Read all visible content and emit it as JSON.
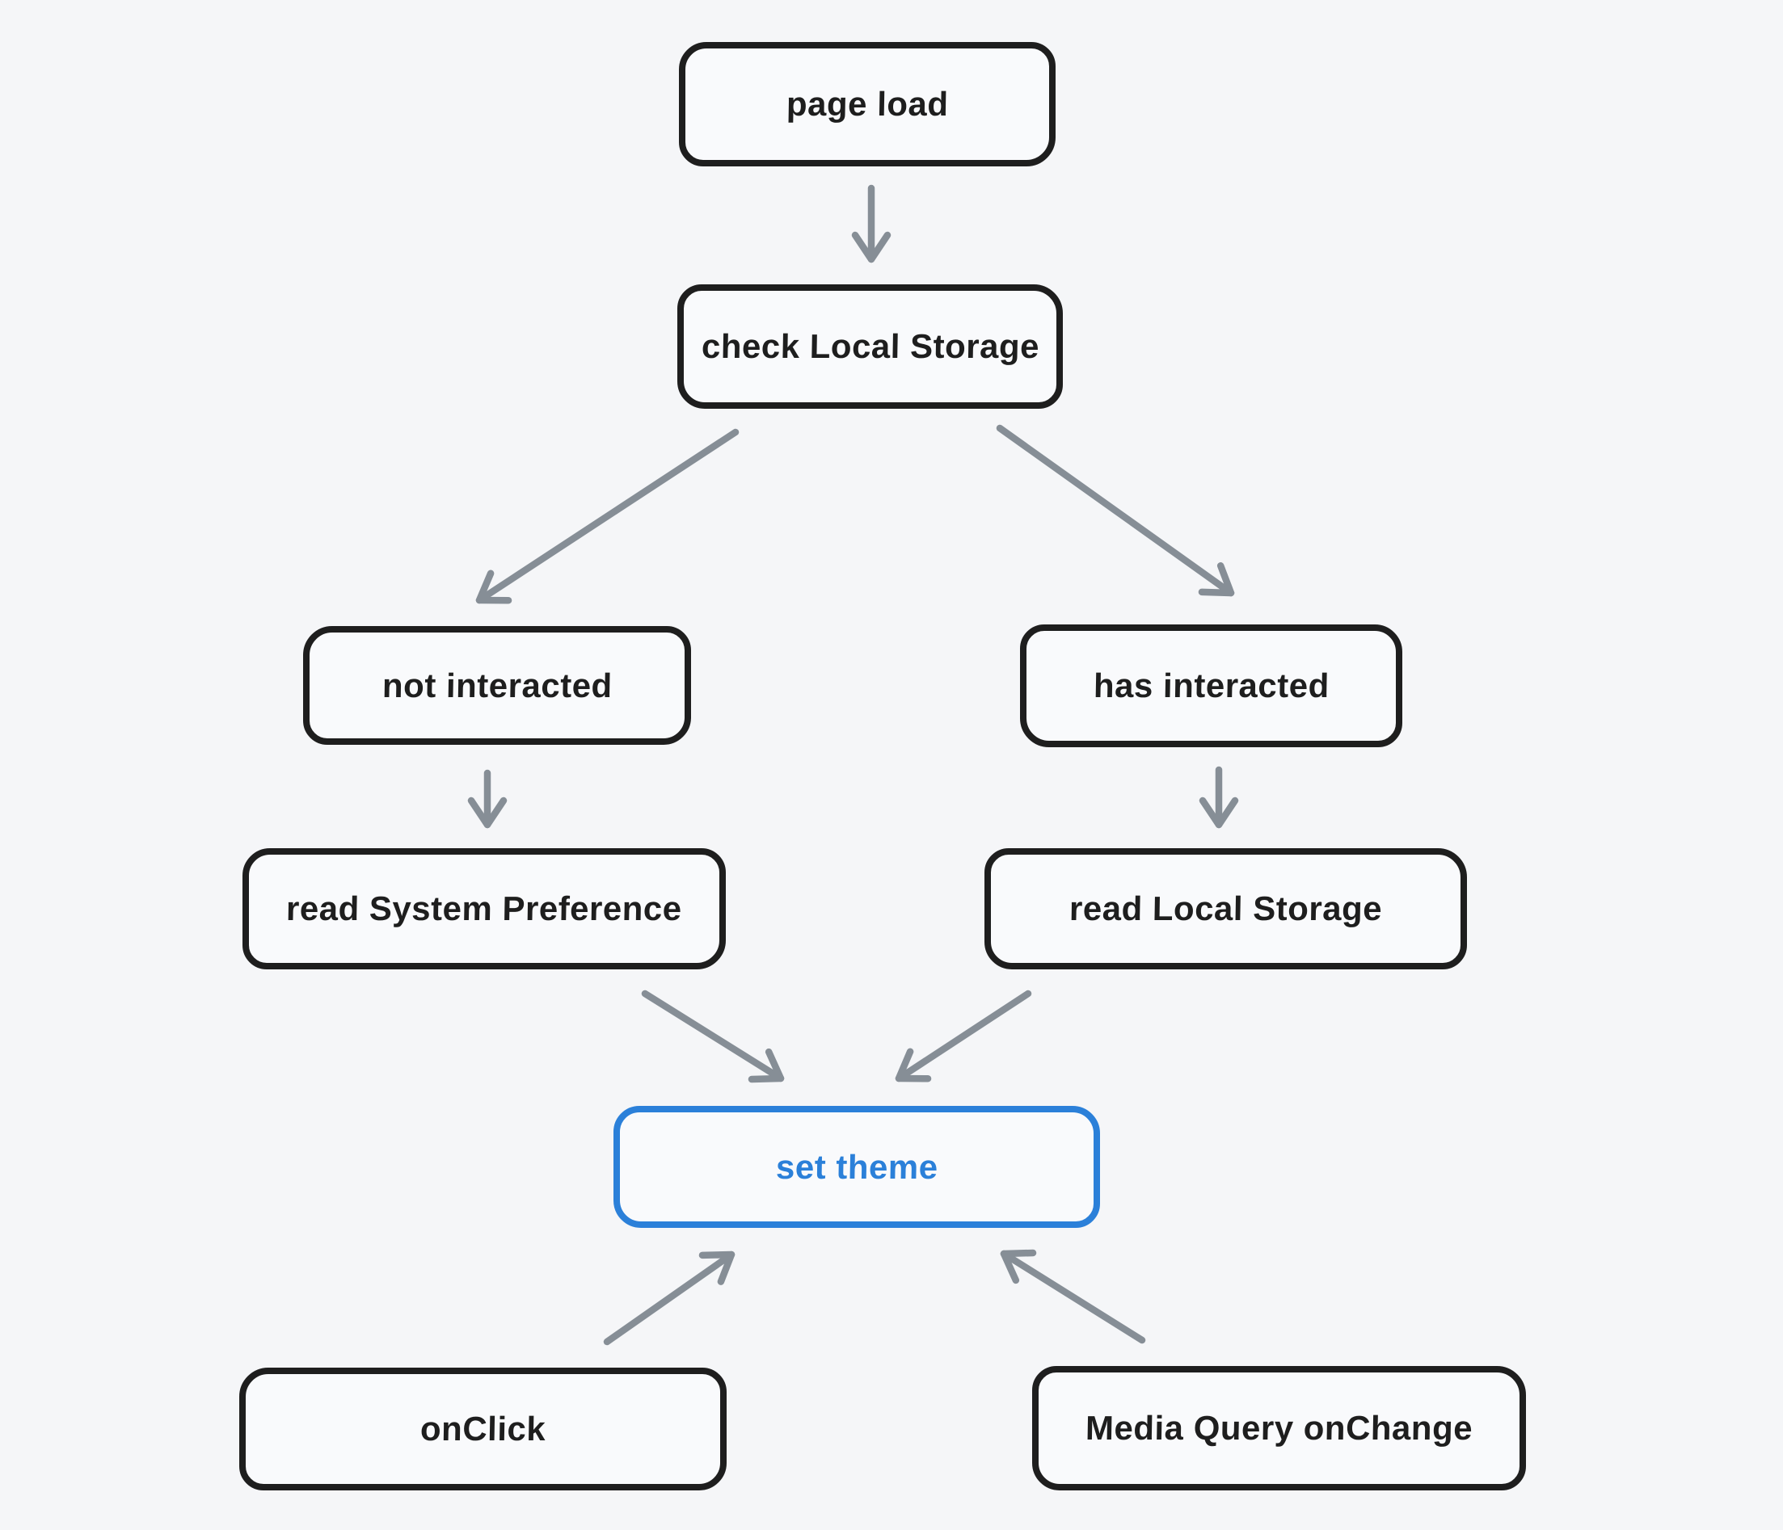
{
  "canvas": {
    "background": "#f5f6f8"
  },
  "colors": {
    "node_stroke": "#1e1e1e",
    "node_fill": "#f9fafc",
    "node_text": "#1e1e1e",
    "accent": "#2b80d9",
    "arrow": "#868e96"
  },
  "diagram": {
    "type": "flowchart",
    "title": "theme setting flow",
    "nodes": [
      {
        "id": "page-load",
        "label": "page load",
        "accent": false
      },
      {
        "id": "check-local-storage",
        "label": "check Local Storage",
        "accent": false
      },
      {
        "id": "not-interacted",
        "label": "not interacted",
        "accent": false
      },
      {
        "id": "has-interacted",
        "label": "has interacted",
        "accent": false
      },
      {
        "id": "read-system-preference",
        "label": "read System Preference",
        "accent": false
      },
      {
        "id": "read-local-storage",
        "label": "read Local Storage",
        "accent": false
      },
      {
        "id": "set-theme",
        "label": "set theme",
        "accent": true
      },
      {
        "id": "onclick",
        "label": "onClick",
        "accent": false
      },
      {
        "id": "media-query-onchange",
        "label": "Media Query onChange",
        "accent": false
      }
    ],
    "edges": [
      {
        "from": "page-load",
        "to": "check-local-storage"
      },
      {
        "from": "check-local-storage",
        "to": "not-interacted"
      },
      {
        "from": "check-local-storage",
        "to": "has-interacted"
      },
      {
        "from": "not-interacted",
        "to": "read-system-preference"
      },
      {
        "from": "has-interacted",
        "to": "read-local-storage"
      },
      {
        "from": "read-system-preference",
        "to": "set-theme"
      },
      {
        "from": "read-local-storage",
        "to": "set-theme"
      },
      {
        "from": "onclick",
        "to": "set-theme"
      },
      {
        "from": "media-query-onchange",
        "to": "set-theme"
      }
    ]
  }
}
